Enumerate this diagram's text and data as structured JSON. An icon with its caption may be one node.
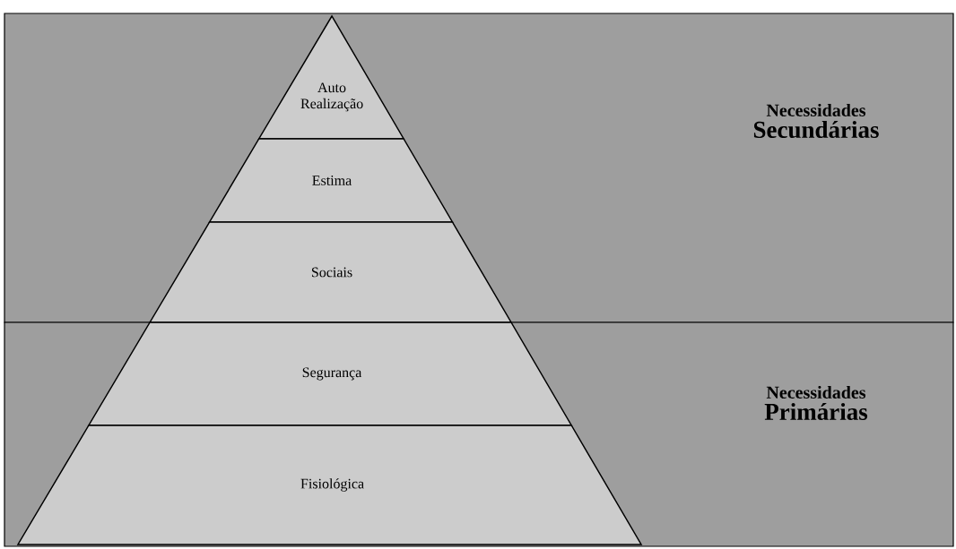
{
  "diagram": {
    "nodes": [
      {
        "text": [
          "Necessidades",
          "Secundárias"
        ]
      },
      {
        "text": [
          "Auto Realização"
        ],
        "in": 0
      },
      {
        "text": [
          "Estima"
        ],
        "in": 0
      },
      {
        "text": [
          "Sociais"
        ],
        "in": 0
      },
      {
        "text": [
          "Necessidades",
          "Primárias"
        ]
      },
      {
        "text": [
          "Segurança"
        ],
        "in": 4
      },
      {
        "text": [
          "Fisiológica"
        ],
        "in": 4
      }
    ]
  }
}
